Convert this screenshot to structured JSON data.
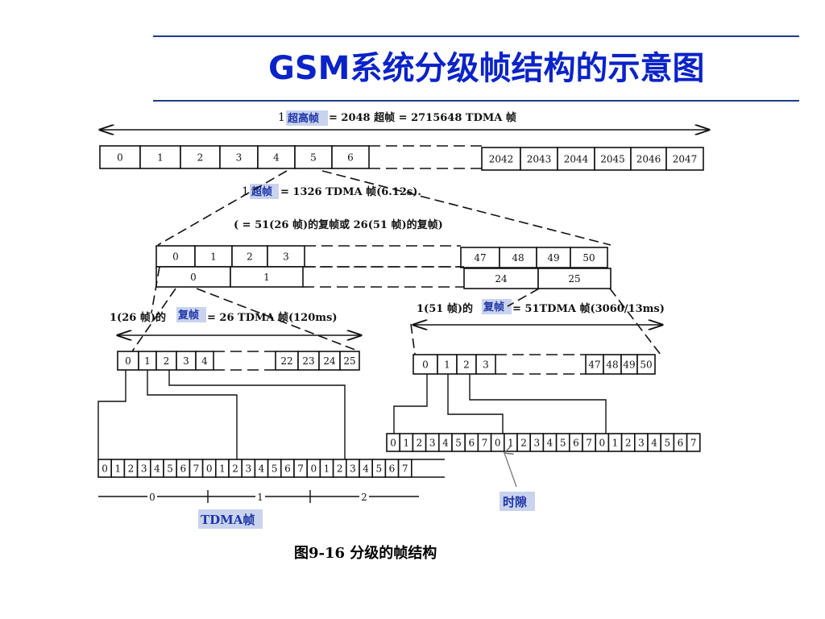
{
  "title": "GSM系统分级帧结构的示意图",
  "caption": "图9-16 分级的帧结构",
  "hyperframe": {
    "prefix": "1",
    "highlight": "超高帧",
    "suffix": "= 2048 超帧 = 2715648  TDMA 帧",
    "cells_left": [
      "0",
      "1",
      "2",
      "3",
      "4",
      "5",
      "6"
    ],
    "cells_right": [
      "2042",
      "2043",
      "2044",
      "2045",
      "2046",
      "2047"
    ]
  },
  "superframe": {
    "prefix": "1",
    "highlight": "超帧",
    "suffix": "= 1326 TDMA 帧(6.12s).",
    "note": "( = 51(26 帧)的复帧或 26(51 帧)的复帧)",
    "row1_left": [
      "0",
      "1",
      "2",
      "3"
    ],
    "row1_right": [
      "47",
      "48",
      "49",
      "50"
    ],
    "row2_left": [
      "0",
      "1"
    ],
    "row2_right": [
      "24",
      "25"
    ]
  },
  "multiframe26": {
    "prefix": "1(26 帧)的",
    "highlight": "复帧",
    "suffix": "= 26 TDMA 帧(120ms)",
    "cells_left": [
      "0",
      "1",
      "2",
      "3",
      "4"
    ],
    "cells_right": [
      "22",
      "23",
      "24",
      "25"
    ]
  },
  "multiframe51": {
    "prefix": "1(51 帧)的",
    "highlight": "复帧",
    "suffix": "= 51TDMA 帧(3060/13ms)",
    "cells_left": [
      "0",
      "1",
      "2",
      "3"
    ],
    "cells_right": [
      "47",
      "48",
      "49",
      "50"
    ]
  },
  "timeslots_left": [
    "0",
    "1",
    "2",
    "3",
    "4",
    "5",
    "6",
    "7",
    "0",
    "1",
    "2",
    "3",
    "4",
    "5",
    "6",
    "7",
    "0",
    "1",
    "2",
    "3",
    "4",
    "5",
    "6",
    "7"
  ],
  "timeslots_right": [
    "0",
    "1",
    "2",
    "3",
    "4",
    "5",
    "6",
    "7",
    "0",
    "1",
    "2",
    "3",
    "4",
    "5",
    "6",
    "7",
    "0",
    "1",
    "2",
    "3",
    "4",
    "5",
    "6",
    "7"
  ],
  "tdma_scale": [
    "0",
    "1",
    "2"
  ],
  "label_tdma": "TDMA帧",
  "label_timeslot": "时隙",
  "colors": {
    "title": "#0a23c8",
    "highlight_bg": "#c9d3ee",
    "highlight_text": "#1d35a8",
    "rule": "#1f3c88",
    "ink": "#111111"
  }
}
